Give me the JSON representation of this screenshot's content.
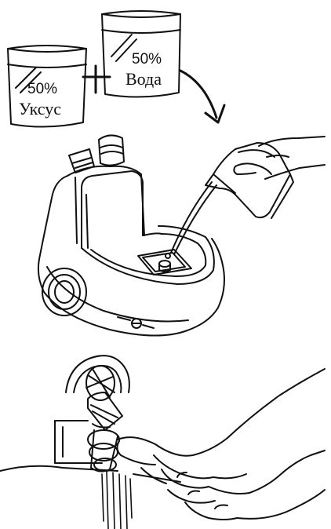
{
  "colors": {
    "ink": "#111111",
    "paper": "#ffffff"
  },
  "jars": {
    "vinegar": {
      "percent": "50%",
      "name": "Уксус"
    },
    "water": {
      "percent": "50%",
      "name": "Вода"
    }
  },
  "icons": [
    "curved-arrow-icon",
    "plus-icon"
  ]
}
